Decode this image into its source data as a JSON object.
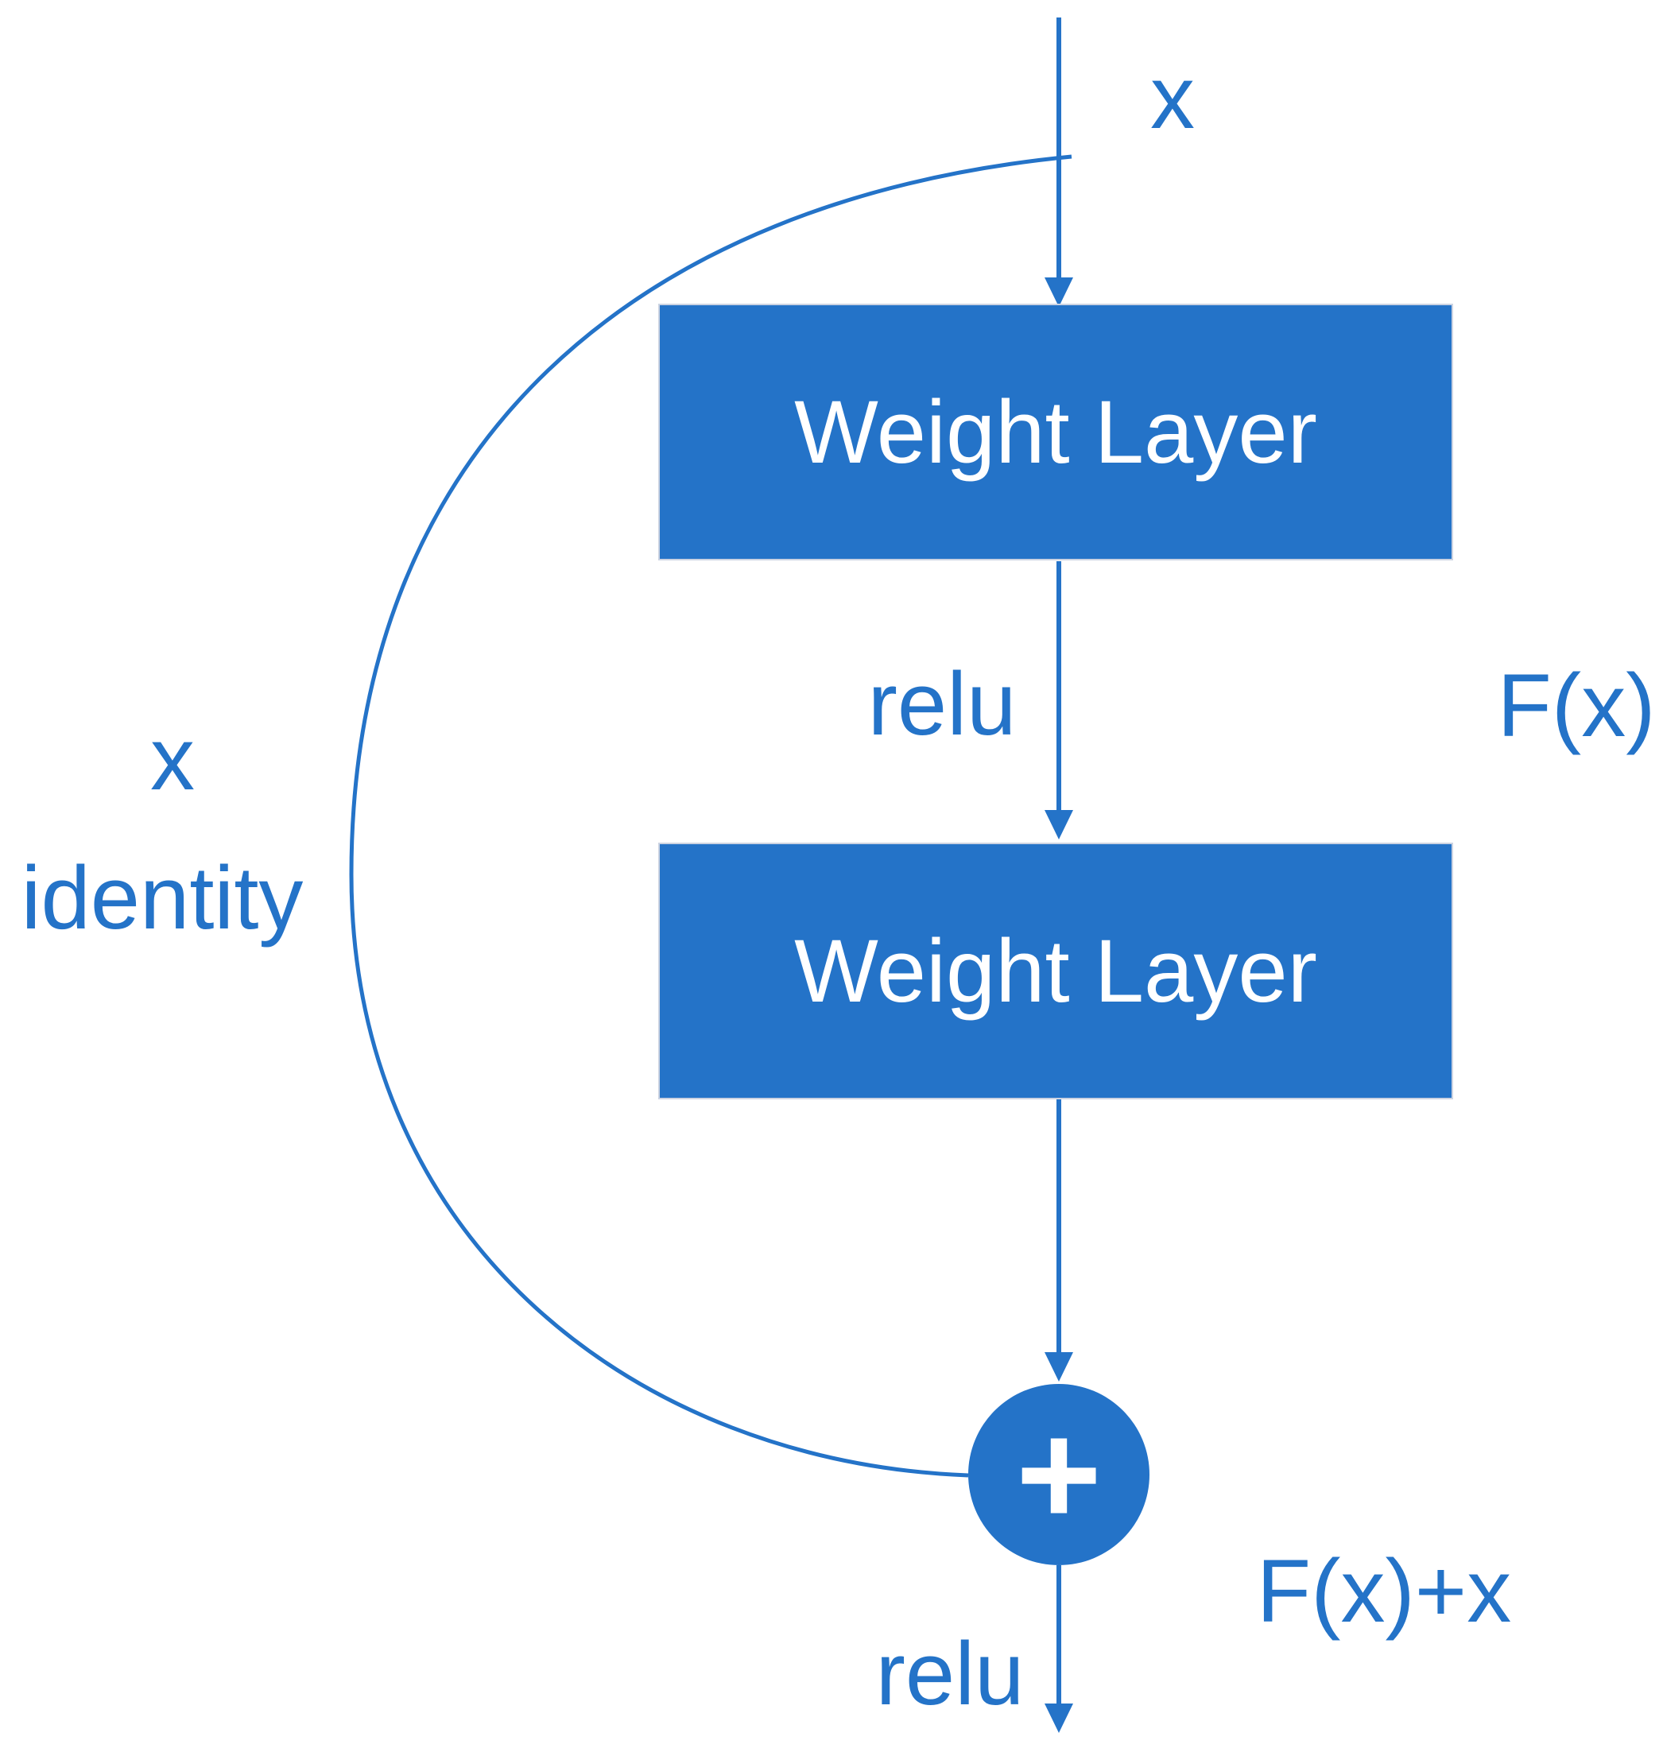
{
  "labels": {
    "input_x": "x",
    "relu_mid": "relu",
    "fx": "F(x)",
    "identity_x": "x",
    "identity": "identity",
    "sum": "+",
    "fx_plus_x": "F(x)+x",
    "relu_out": "relu"
  },
  "boxes": {
    "weight_layer_1": "Weight Layer",
    "weight_layer_2": "Weight Layer"
  },
  "colors": {
    "accent_blue": "#2473C8",
    "box_text": "#FFFFFF",
    "background": "#FFFFFF"
  }
}
